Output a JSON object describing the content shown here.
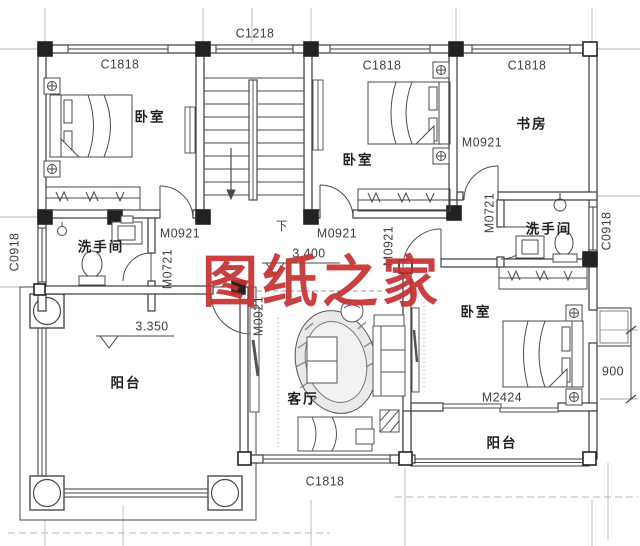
{
  "watermark": {
    "text": "图纸之家",
    "color": "#c4302f"
  },
  "labels": {
    "c1218": "C1218",
    "c1818": "C1818",
    "c0918": "C0918",
    "m0921": "M0921",
    "m0721": "M0721",
    "m2424": "M2424"
  },
  "rooms": {
    "bedroom": "卧室",
    "study": "书房",
    "bathroom": "洗手间",
    "living_room": "客厅",
    "balcony": "阳台"
  },
  "elevations": {
    "floor": "3.400",
    "balcony": "3.350"
  },
  "dimensions": {
    "balcony_offset": "900"
  },
  "stairs": {
    "direction": "下"
  },
  "colors": {
    "line": "#4a4a4a",
    "wall": "#3a3a3a",
    "grid": "#b5b5b5",
    "watermark": "#c4302f"
  }
}
